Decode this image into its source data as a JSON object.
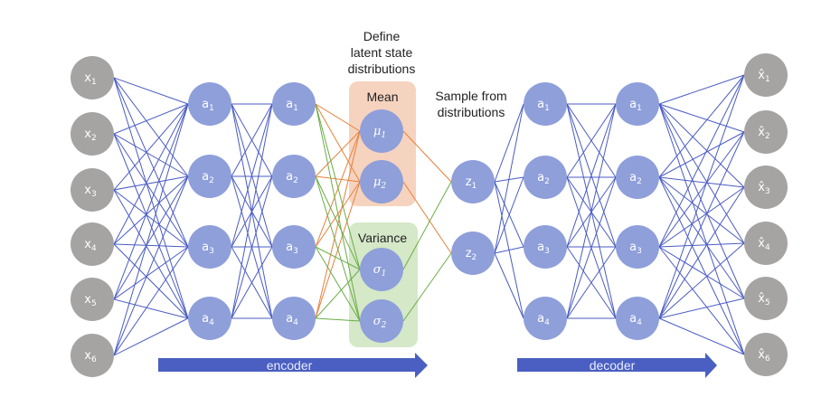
{
  "captions": {
    "define": [
      "Define",
      "latent state",
      "distributions"
    ],
    "sample": [
      "Sample from",
      "distributions"
    ],
    "mean_box": "Mean",
    "variance_box": "Variance"
  },
  "arrows": {
    "encoder": "encoder",
    "decoder": "decoder"
  },
  "layers": {
    "input": [
      {
        "base": "x",
        "sub": "1"
      },
      {
        "base": "x",
        "sub": "2"
      },
      {
        "base": "x",
        "sub": "3"
      },
      {
        "base": "x",
        "sub": "4"
      },
      {
        "base": "x",
        "sub": "5"
      },
      {
        "base": "x",
        "sub": "6"
      }
    ],
    "enc1": [
      {
        "base": "a",
        "sub": "1"
      },
      {
        "base": "a",
        "sub": "2"
      },
      {
        "base": "a",
        "sub": "3"
      },
      {
        "base": "a",
        "sub": "4"
      }
    ],
    "enc2": [
      {
        "base": "a",
        "sub": "1"
      },
      {
        "base": "a",
        "sub": "2"
      },
      {
        "base": "a",
        "sub": "3"
      },
      {
        "base": "a",
        "sub": "4"
      }
    ],
    "mean": [
      {
        "base": "μ",
        "sub": "1"
      },
      {
        "base": "μ",
        "sub": "2"
      }
    ],
    "variance": [
      {
        "base": "σ",
        "sub": "1"
      },
      {
        "base": "σ",
        "sub": "2"
      }
    ],
    "latent": [
      {
        "base": "z",
        "sub": "1"
      },
      {
        "base": "z",
        "sub": "2"
      }
    ],
    "dec1": [
      {
        "base": "a",
        "sub": "1"
      },
      {
        "base": "a",
        "sub": "2"
      },
      {
        "base": "a",
        "sub": "3"
      },
      {
        "base": "a",
        "sub": "4"
      }
    ],
    "dec2": [
      {
        "base": "a",
        "sub": "1"
      },
      {
        "base": "a",
        "sub": "2"
      },
      {
        "base": "a",
        "sub": "3"
      },
      {
        "base": "a",
        "sub": "4"
      }
    ],
    "output": [
      {
        "base": "x̂",
        "sub": "1"
      },
      {
        "base": "x̂",
        "sub": "2"
      },
      {
        "base": "x̂",
        "sub": "3"
      },
      {
        "base": "x̂",
        "sub": "4"
      },
      {
        "base": "x̂",
        "sub": "5"
      },
      {
        "base": "x̂",
        "sub": "6"
      }
    ]
  },
  "colors": {
    "gray_node": "#a6a4a2",
    "blue_node": "#8e9fda",
    "blue_edge": "#4a5bc4",
    "mean_edge": "#e8803a",
    "variance_edge": "#6aad45",
    "mean_box": "#f6d3be",
    "variance_box": "#d5e8c8",
    "arrow": "#4a5fc1"
  }
}
